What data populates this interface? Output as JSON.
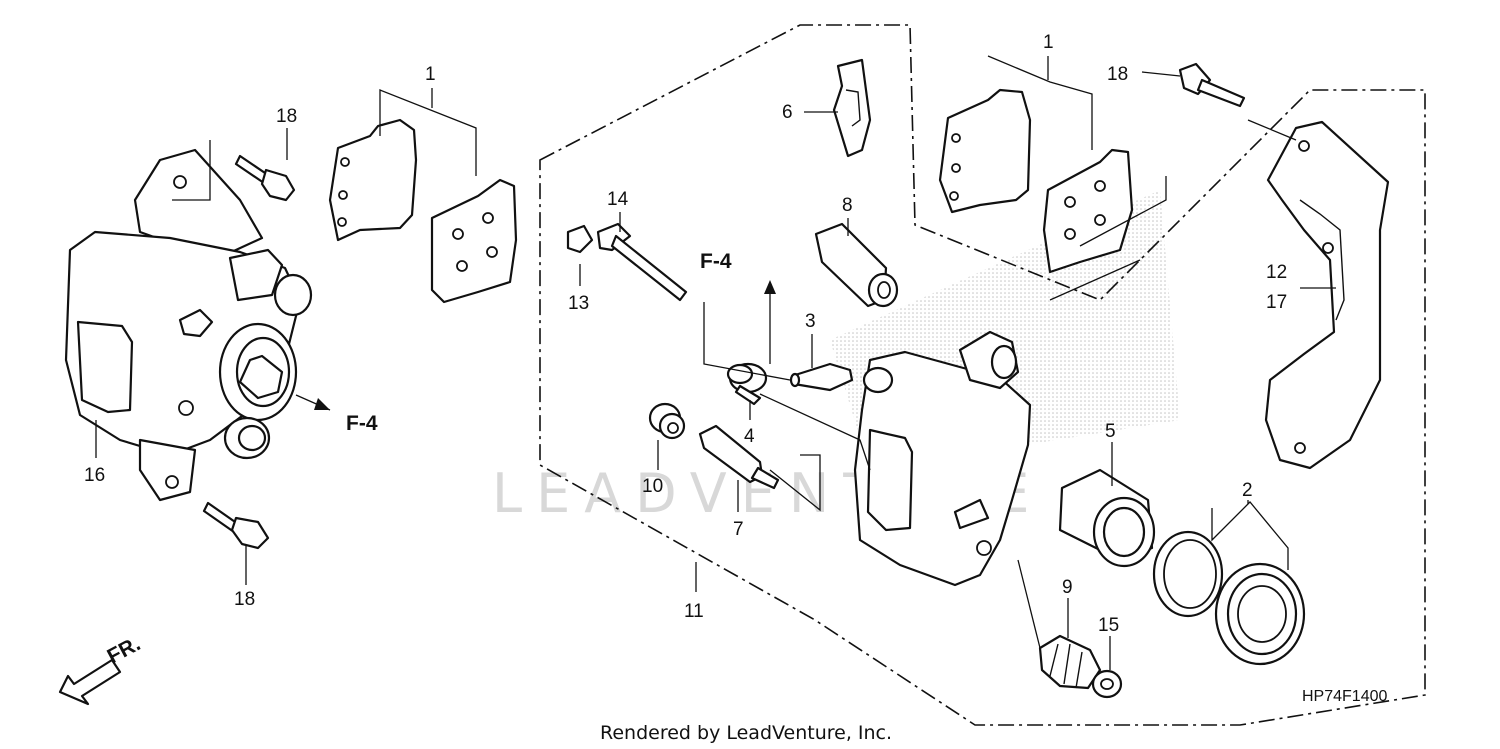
{
  "diagram": {
    "code": "HP74F1400",
    "watermark": "LEADVENTURE",
    "credit": "Rendered by LeadVenture, Inc.",
    "direction_label": "FR."
  },
  "callouts": {
    "c1_left": "1",
    "c1_right": "1",
    "c2": "2",
    "c3": "3",
    "c4": "4",
    "c5": "5",
    "c6": "6",
    "c7": "7",
    "c8": "8",
    "c9": "9",
    "c10": "10",
    "c11": "11",
    "c12": "12",
    "c13": "13",
    "c14": "14",
    "c15": "15",
    "c16": "16",
    "c17": "17",
    "c18_top_left": "18",
    "c18_bottom_left": "18",
    "c18_top_right": "18",
    "ref_f4_left": "F-4",
    "ref_f4_center": "F-4"
  }
}
